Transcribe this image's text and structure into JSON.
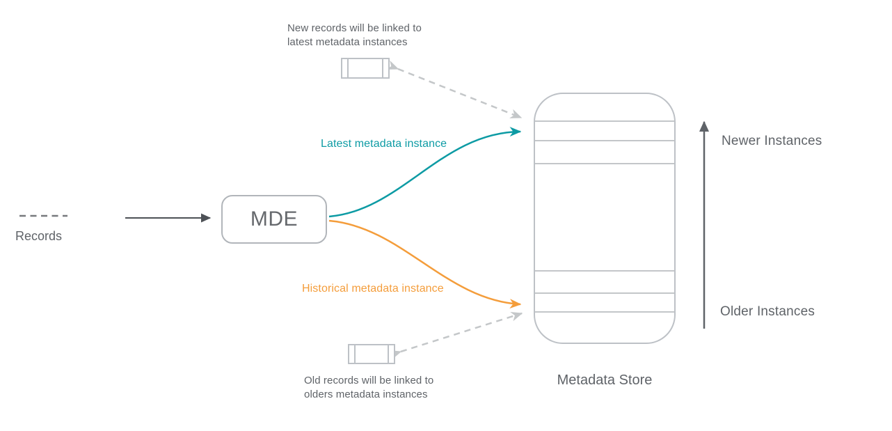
{
  "diagram": {
    "records": {
      "label": "Records"
    },
    "mde": {
      "label": "MDE"
    },
    "flows": {
      "latest": {
        "label": "Latest metadata instance",
        "color": "#0d9ba4"
      },
      "historical": {
        "label": "Historical metadata instance",
        "color": "#f49d3b"
      }
    },
    "store": {
      "label": "Metadata Store"
    },
    "axis": {
      "newer_label": "Newer Instances",
      "older_label": "Older Instances"
    },
    "annotations": {
      "top": {
        "line1": "New records will be linked to",
        "line2": "latest metadata instances"
      },
      "bottom": {
        "line1": "Old records will be linked to",
        "line2": "olders metadata instances"
      }
    },
    "colors": {
      "text": "#5f6368",
      "outline": "#bdc1c6",
      "dashed_link": "#c4c7c9",
      "dark_arrow": "#4d5156",
      "axis_arrow": "#5f6368",
      "records_dashes": "#77797d"
    }
  }
}
